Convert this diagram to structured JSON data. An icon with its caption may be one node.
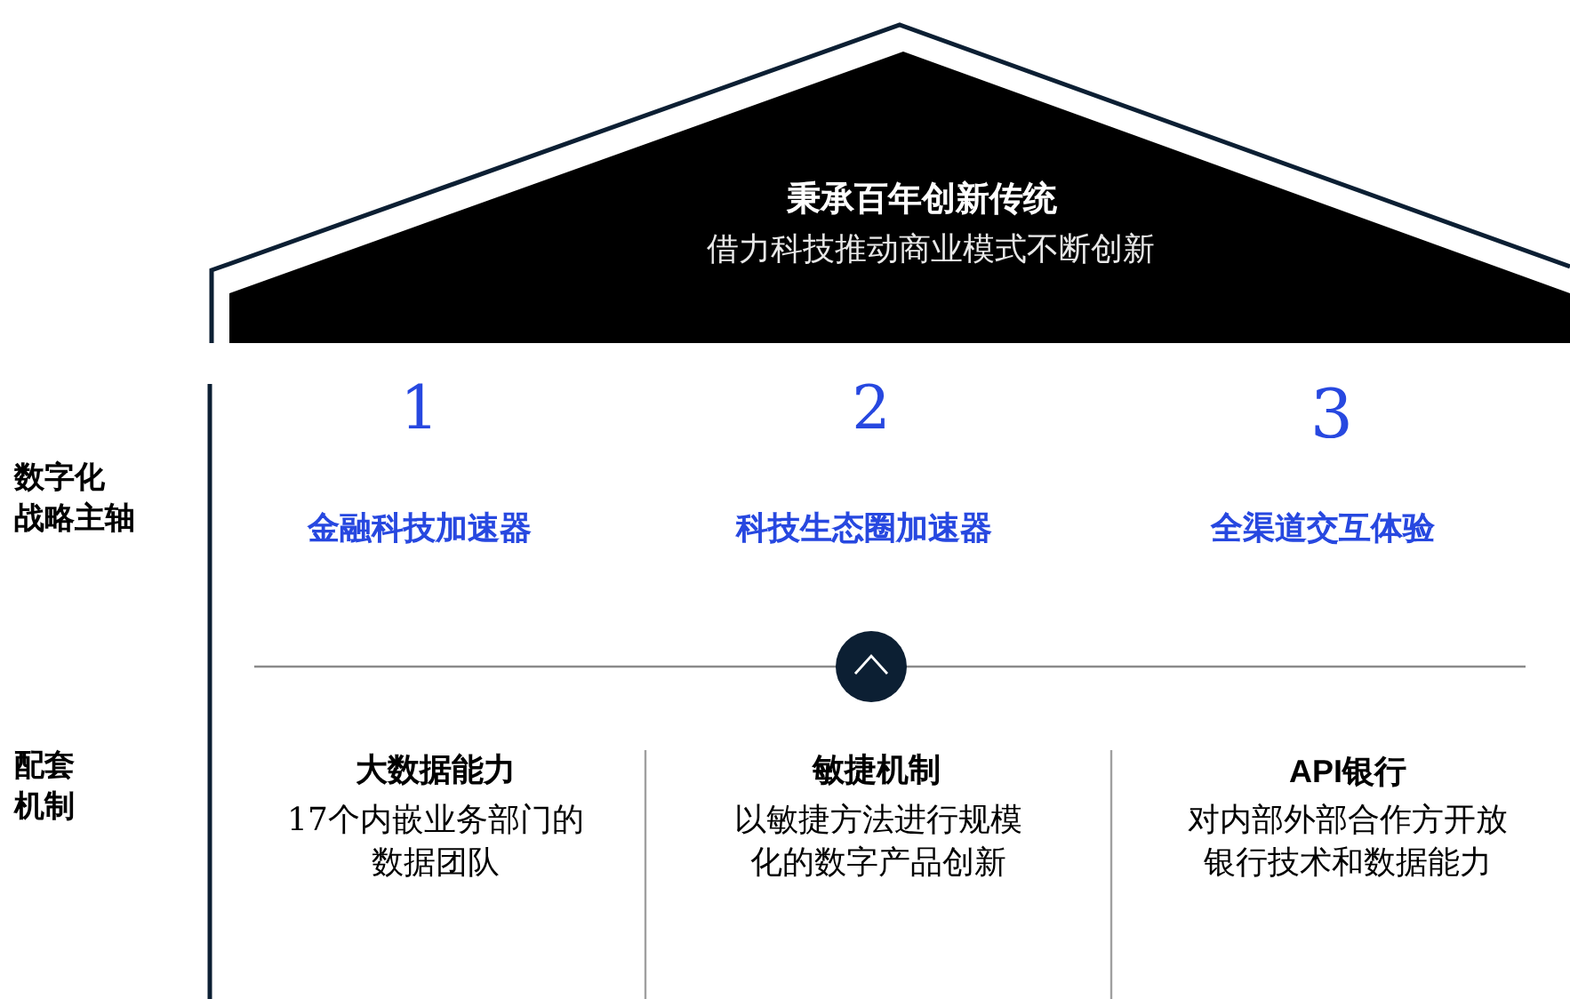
{
  "diagram": {
    "nodes": [
      {
        "text": [
          "秉承百年创新传统",
          "借力科技推动商业模式不断创新"
        ]
      }
    ],
    "labels": [
      "数字化战略主轴",
      "1",
      "2",
      "3",
      "金融科技加速器",
      "科技生态圈加速器",
      "全渠道交互体验",
      "配套机制",
      "大数据能力",
      "敏捷机制",
      "API银行",
      "17个内嵌业务部门的数据团队",
      "以敏捷方法进行规模化的数字产品创新",
      "对内部外部合作方开放银行技术和数据能力"
    ]
  }
}
